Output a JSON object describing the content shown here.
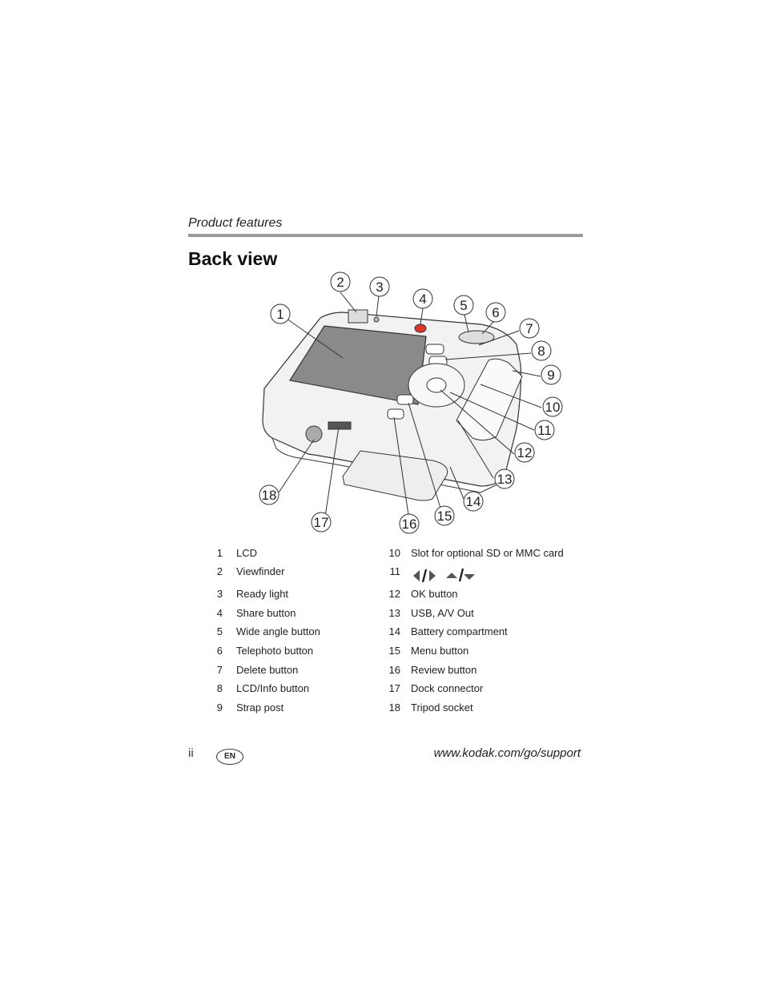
{
  "header": {
    "section": "Product features"
  },
  "title": "Back view",
  "callouts": [
    "1",
    "2",
    "3",
    "4",
    "5",
    "6",
    "7",
    "8",
    "9",
    "10",
    "11",
    "12",
    "13",
    "14",
    "15",
    "16",
    "17",
    "18"
  ],
  "legend": {
    "left": [
      {
        "num": "1",
        "label": "LCD"
      },
      {
        "num": "2",
        "label": "Viewfinder"
      },
      {
        "num": "3",
        "label": "Ready light"
      },
      {
        "num": "4",
        "label": "Share button"
      },
      {
        "num": "5",
        "label": "Wide angle button"
      },
      {
        "num": "6",
        "label": "Telephoto button"
      },
      {
        "num": "7",
        "label": "Delete button"
      },
      {
        "num": "8",
        "label": "LCD/Info button"
      },
      {
        "num": "9",
        "label": "Strap post"
      }
    ],
    "right": [
      {
        "num": "10",
        "label": "Slot for optional SD or MMC card"
      },
      {
        "num": "11",
        "label": ""
      },
      {
        "num": "12",
        "label": "OK button"
      },
      {
        "num": "13",
        "label": "USB, A/V Out"
      },
      {
        "num": "14",
        "label": "Battery compartment"
      },
      {
        "num": "15",
        "label": "Menu button"
      },
      {
        "num": "16",
        "label": "Review button"
      },
      {
        "num": "17",
        "label": "Dock connector"
      },
      {
        "num": "18",
        "label": "Tripod socket"
      }
    ]
  },
  "footer": {
    "page": "ii",
    "language": "EN",
    "url": "www.kodak.com/go/support"
  },
  "colors": {
    "rule": "#9a9a9a",
    "share_button": "#e0352b",
    "lcd": "#8a8a8a"
  }
}
